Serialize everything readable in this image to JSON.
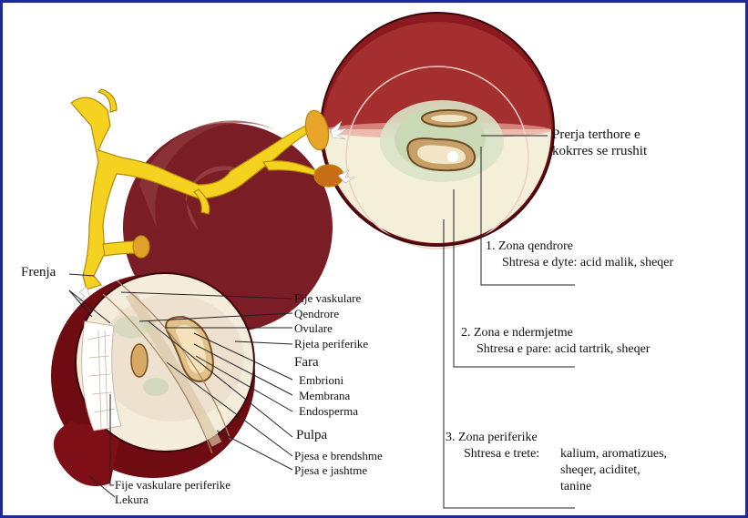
{
  "colors": {
    "frame": "#1f2c8f",
    "grape_dark": "#6e0c12",
    "grape_mid": "#8b2a2e",
    "flesh": "#f4ecd8",
    "stem": "#f5cf1e",
    "line": "#222222"
  },
  "labels": {
    "section_title_line1": "Prerja terthore e",
    "section_title_line2": "kokrres se rrushit",
    "frenja": "Frenja",
    "fije_vaskulare": "Fije vaskulare",
    "qendrore": "Qendrore",
    "ovulare": "Ovulare",
    "rjeta_periferike": "Rjeta periferike",
    "fara": "Fara",
    "embrioni": "Embrioni",
    "membrana": "Membrana",
    "endosperma": "Endosperma",
    "pulpa": "Pulpa",
    "pjesa_brendshme": "Pjesa e brendshme",
    "pjesa_jashtme": "Pjesa e jashtme",
    "fije_vaskulare_periferike": "Fije vaskulare periferike",
    "lekura": "Lekura"
  },
  "zones": [
    {
      "title": "1. Zona qendrore",
      "sub": "Shtresa e dyte:  acid malik, sheqer"
    },
    {
      "title": "2. Zona e ndermjetme",
      "sub": "Shtresa e pare: acid tartrik, sheqer"
    },
    {
      "title": "3. Zona periferike",
      "sub": "Shtresa e trete:",
      "sub_lines": [
        "kalium, aromatizues,",
        "sheqer, aciditet,",
        "tanine"
      ]
    }
  ]
}
